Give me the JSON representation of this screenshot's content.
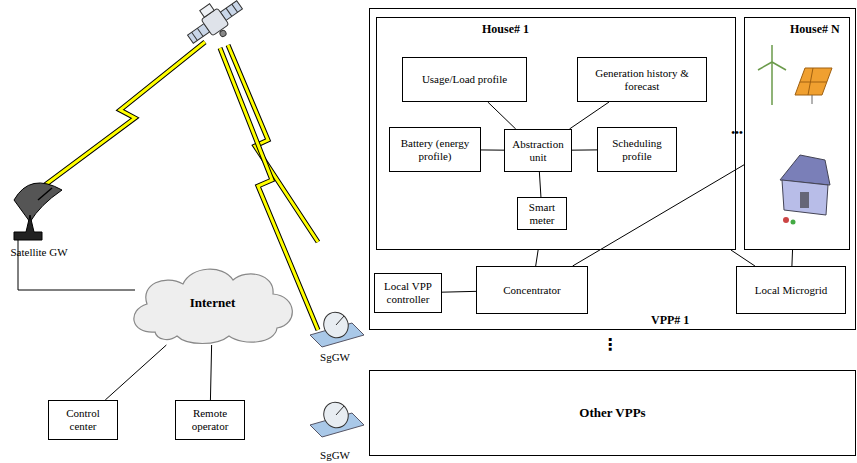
{
  "diagram": {
    "nodes": [
      {
        "text": [
          "VPP# 1"
        ]
      },
      {
        "text": [
          "House# 1"
        ],
        "in": 0
      },
      {
        "text": [
          "Usage/Load profile"
        ],
        "in": 1
      },
      {
        "text": [
          "Generation history & forecast"
        ],
        "in": 1
      },
      {
        "text": [
          "Battery (energy profile)"
        ],
        "in": 1
      },
      {
        "text": [
          "Abstraction unit"
        ],
        "in": 1
      },
      {
        "text": [
          "Scheduling profile"
        ],
        "in": 1
      },
      {
        "text": [
          "Smart meter"
        ],
        "in": 1
      },
      {
        "text": [
          "House# N"
        ],
        "in": 0
      },
      {
        "text": [
          "Local VPP controller"
        ],
        "in": 0
      },
      {
        "text": [
          "Concentrator"
        ],
        "in": 0
      },
      {
        "text": [
          "Local Microgrid"
        ],
        "in": 0
      },
      {
        "text": [
          "Other VPPs"
        ]
      },
      {
        "text": [
          "Internet"
        ]
      },
      {
        "text": [
          "Control center"
        ]
      },
      {
        "text": [
          "Remote operator"
        ]
      }
    ],
    "edges": [
      {
        "from": 2,
        "to": 5,
        "arrow": "none"
      },
      {
        "from": 3,
        "to": 5,
        "arrow": "none"
      },
      {
        "from": 4,
        "to": 5,
        "arrow": "none"
      },
      {
        "from": 5,
        "to": 6,
        "arrow": "none"
      },
      {
        "from": 5,
        "to": 7,
        "arrow": "none"
      },
      {
        "from": 9,
        "to": 10,
        "arrow": "none"
      },
      {
        "from": 10,
        "to": 1,
        "arrow": "none"
      },
      {
        "from": 10,
        "to": 8,
        "arrow": "none"
      },
      {
        "from": 11,
        "to": 1,
        "arrow": "none"
      },
      {
        "from": 11,
        "to": 8,
        "arrow": "none"
      },
      {
        "from": 13,
        "to": 14,
        "arrow": "none"
      },
      {
        "from": 13,
        "to": 15,
        "arrow": "none"
      }
    ],
    "labels": [
      "Satellite GW",
      "SgGW",
      "SgGW",
      "•••",
      "⋮"
    ]
  }
}
